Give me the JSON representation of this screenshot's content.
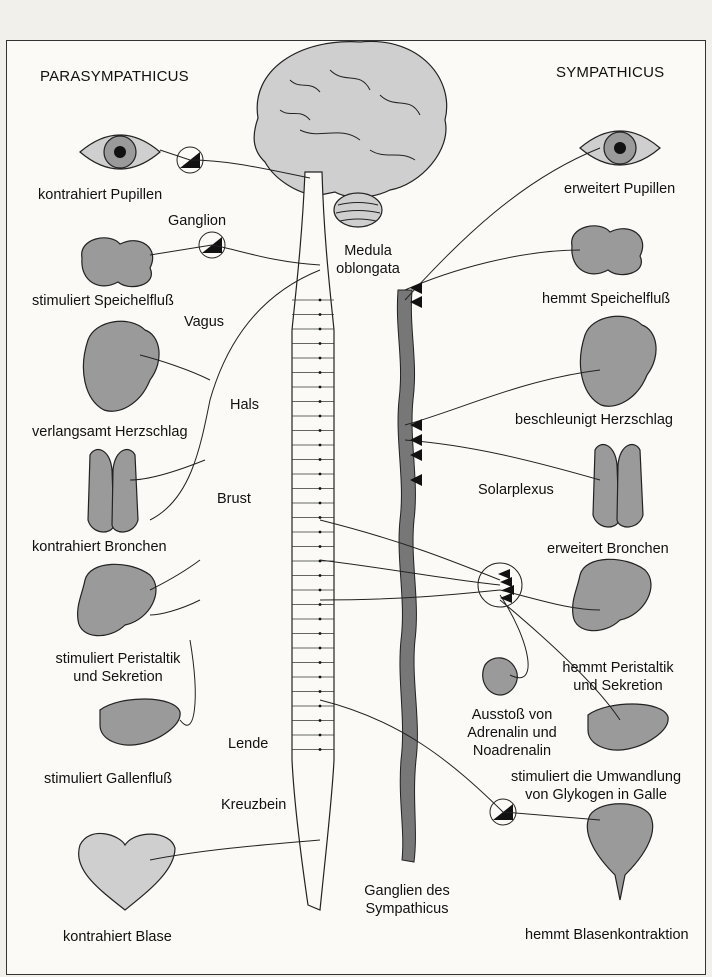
{
  "headers": {
    "left": "PARASYMPATHICUS",
    "right": "SYMPATHICUS"
  },
  "left_labels": [
    "kontrahiert Pupillen",
    "stimuliert Speichelfluß",
    "verlangsamt Herzschlag",
    "kontrahiert Bronchen",
    "stimuliert Peristaltik\nund Sekretion",
    "stimuliert Gallenfluß",
    "kontrahiert Blase"
  ],
  "right_labels": [
    "erweitert Pupillen",
    "hemmt Speichelfluß",
    "beschleunigt Herzschlag",
    "erweitert Bronchen",
    "hemmt Peristaltik\nund Sekretion",
    "stimuliert die Umwandlung\nvon Glykogen in Galle",
    "hemmt Blasenkontraktion"
  ],
  "center_labels": {
    "ganglion": "Ganglion",
    "medulla": "Medula\noblongata",
    "vagus": "Vagus",
    "hals": "Hals",
    "brust": "Brust",
    "solarplexus": "Solarplexus",
    "lende": "Lende",
    "kreuzbein": "Kreuzbein",
    "adrenalin": "Ausstoß von\nAdrenalin und\nNoadrenalin",
    "ganglien": "Ganglien des\nSympathicus"
  }
}
